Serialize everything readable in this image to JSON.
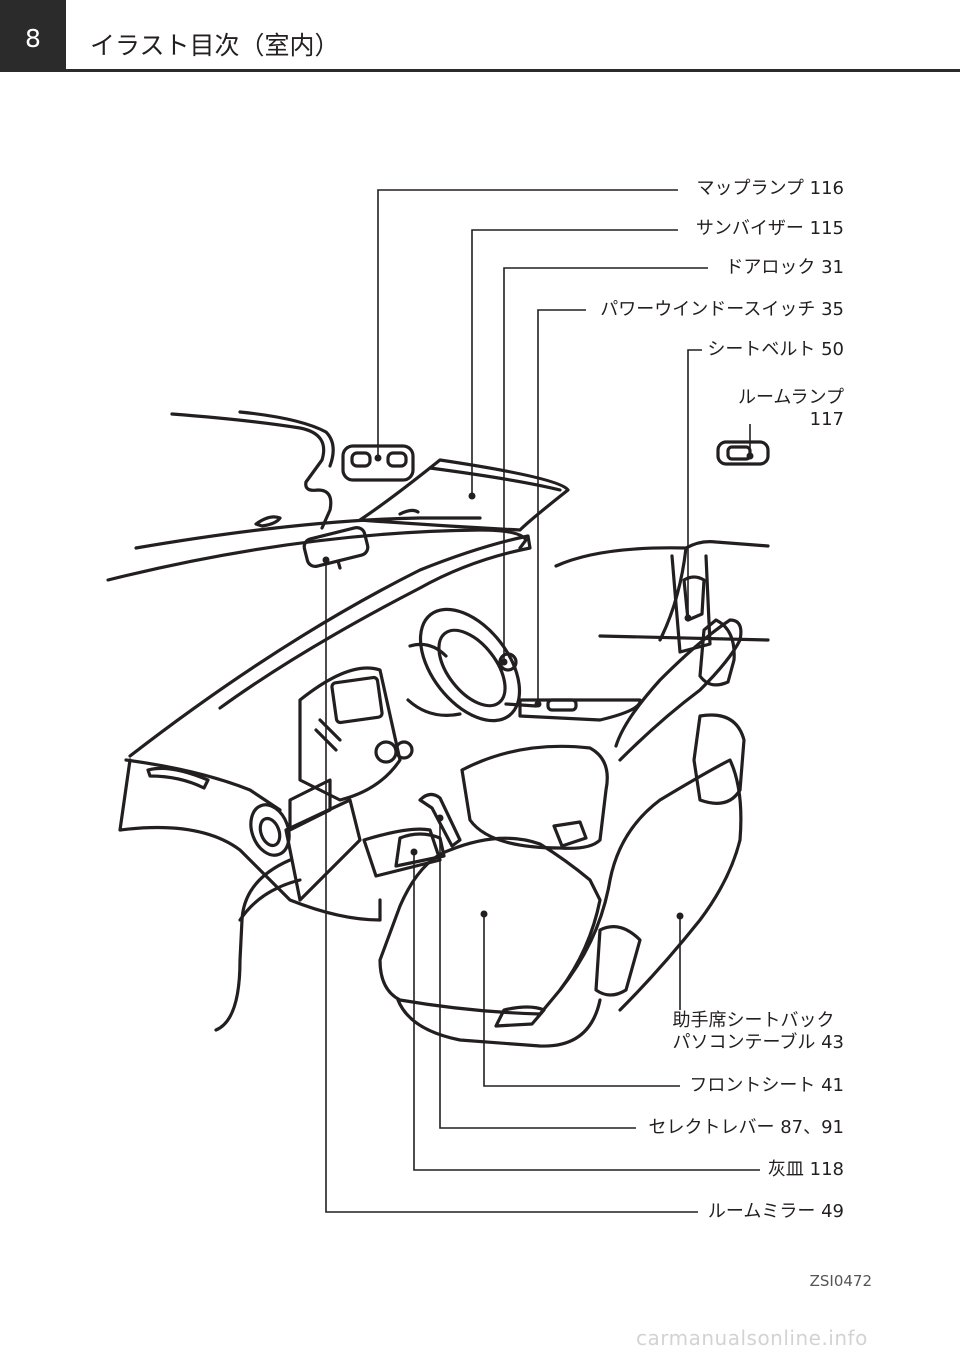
{
  "header": {
    "page_number": "8",
    "title": "イラスト目次（室内）"
  },
  "callouts": {
    "map_lamp": "マップランプ 116",
    "sun_visor": "サンバイザー 115",
    "door_lock": "ドアロック 31",
    "power_window": "パワーウインドースイッチ 35",
    "seat_belt": "シートベルト 50",
    "room_lamp_line1": "ルームランプ",
    "room_lamp_line2": "117",
    "seatback_table_line1": "助手席シートバック",
    "seatback_table_line2": "パソコンテーブル 43",
    "front_seat": "フロントシート 41",
    "select_lever": "セレクトレバー 87、91",
    "ashtray": "灰皿 118",
    "room_mirror": "ルームミラー 49"
  },
  "figure_code": "ZSI0472",
  "watermark": "carmanualsonline.info"
}
